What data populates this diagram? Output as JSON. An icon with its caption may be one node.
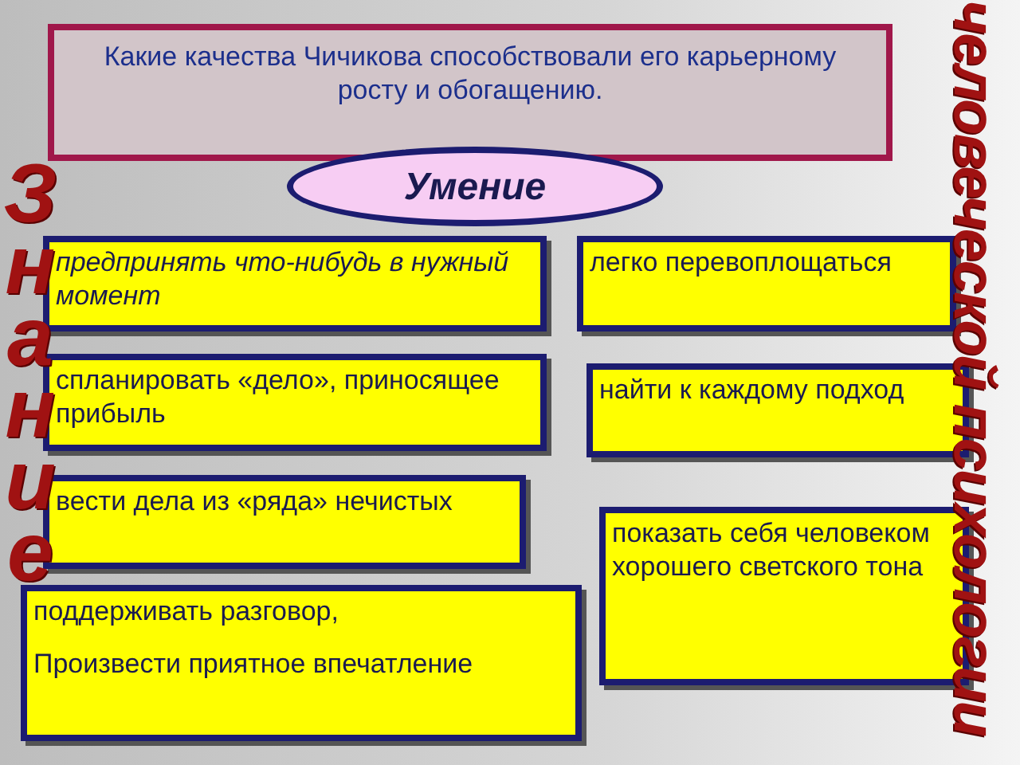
{
  "diagram": {
    "nodes": [
      {
        "text": [
          "Какие качества Чичикова способствовали его карьерному росту и обогащению."
        ]
      },
      {
        "text": [
          "Умение"
        ]
      },
      {
        "text": [
          "предпринять что-нибудь в нужный момент"
        ]
      },
      {
        "text": [
          "легко перевоплощаться"
        ]
      },
      {
        "text": [
          "спланировать «дело», приносящее прибыль"
        ]
      },
      {
        "text": [
          "найти к каждому подход"
        ]
      },
      {
        "text": [
          "вести дела из «ряда» нечистых"
        ]
      },
      {
        "text": [
          "показать себя человеком хорошего светского тона"
        ]
      },
      {
        "text": [
          "поддерживать разговор,",
          "Произвести приятное впечатление"
        ]
      }
    ],
    "edges": [],
    "labels": [
      "Знание",
      "человеческой психологии"
    ]
  }
}
